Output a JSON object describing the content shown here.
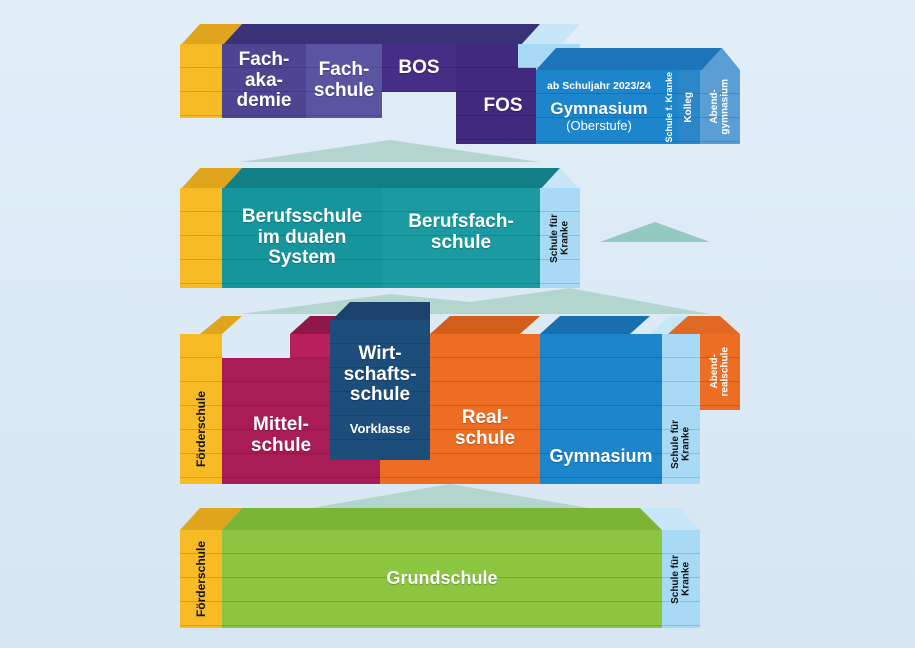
{
  "tier4": {
    "fachakademie": "Fach-\naka-\ndemie",
    "fachschule": "Fach-\nschule",
    "bos": "BOS",
    "fos": "FOS",
    "gym_note": "ab Schuljahr 2023/24",
    "gym": "Gymnasium",
    "gym_sub": "(Oberstufe)",
    "krank": "Schule f. Kranke",
    "kolleg": "Kolleg",
    "abendgym": "Abend-\ngymnasium"
  },
  "tier3": {
    "berufsschule": "Berufsschule\nim dualen\nSystem",
    "berufsfach": "Berufsfach-\nschule",
    "krank": "Schule für\nKranke"
  },
  "tier2": {
    "foerder": "Förderschule",
    "mittel": "Mittel-\nschule",
    "wirt": "Wirt-\nschafts-\nschule",
    "vorklasse": "Vorklasse",
    "real": "Real-\nschule",
    "gym": "Gymnasium",
    "krank": "Schule für\nKranke",
    "abendreal": "Abend-\nrealschule"
  },
  "tier1": {
    "foerder": "Förderschule",
    "grund": "Grundschule",
    "krank": "Schule für\nKranke"
  },
  "colors": {
    "yellow": "#f6bb25",
    "purple": "#4b3f8e",
    "violet": "#452f86",
    "blue": "#1d85cc",
    "lightblue": "#a9daf5",
    "teal": "#17959c",
    "crimson": "#a81d55",
    "navy": "#1d4d7a",
    "orange": "#ed6d22",
    "green": "#8cc540"
  }
}
